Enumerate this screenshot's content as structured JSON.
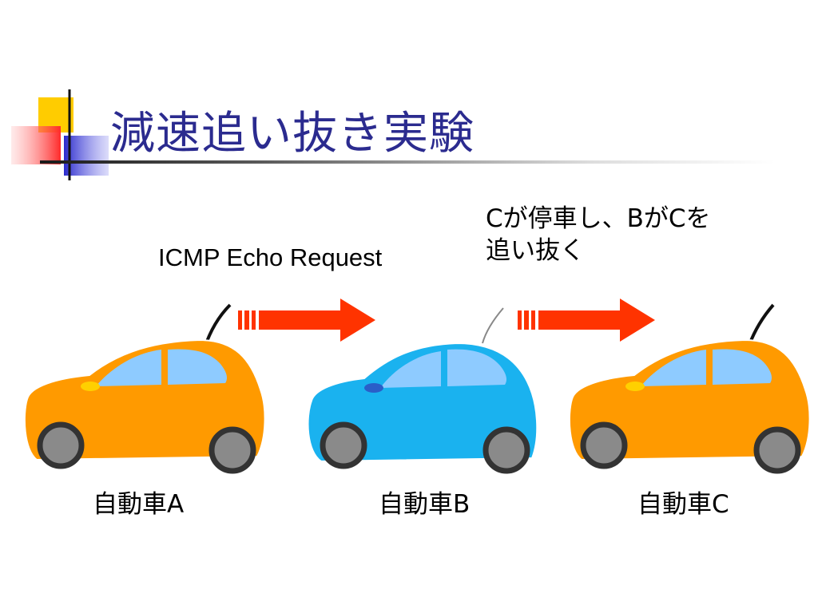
{
  "slide": {
    "title": "減速追い抜き実験"
  },
  "diagram": {
    "echo_label": "ICMP Echo Request",
    "note_line1": "Cが停車し、BがCを",
    "note_line2": "追い抜く",
    "cars": [
      {
        "label": "自動車A",
        "body_color": "#ff9a00"
      },
      {
        "label": "自動車B",
        "body_color": "#1ab2ef"
      },
      {
        "label": "自動車C",
        "body_color": "#ff9a00"
      }
    ],
    "arrow_color": "#ff3300",
    "window_color": "#8ecbff"
  }
}
